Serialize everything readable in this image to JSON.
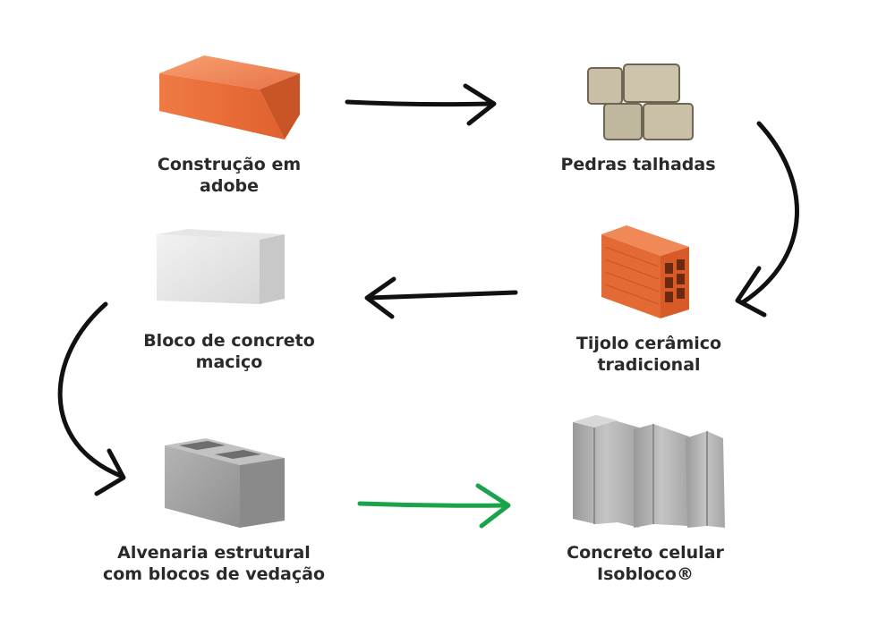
{
  "nodes": [
    {
      "id": "adobe",
      "icon": "orange-brick-icon",
      "lines": [
        "Construção em",
        "adobe"
      ]
    },
    {
      "id": "stones",
      "icon": "cut-stones-icon",
      "lines": [
        "Pedras talhadas"
      ]
    },
    {
      "id": "ceramic",
      "icon": "hollow-ceramic-brick-icon",
      "lines": [
        "Tijolo cerâmico",
        "tradicional"
      ]
    },
    {
      "id": "solid-concrete",
      "icon": "solid-concrete-block-icon",
      "lines": [
        "Bloco de concreto",
        "maciço"
      ]
    },
    {
      "id": "structural",
      "icon": "hollow-concrete-block-icon",
      "lines": [
        "Alvenaria estrutural",
        "com blocos de vedação"
      ]
    },
    {
      "id": "cellular",
      "icon": "cellular-concrete-panels-icon",
      "lines": [
        "Concreto celular",
        "Isobloco®"
      ]
    }
  ],
  "edges": [
    {
      "from": "adobe",
      "to": "stones",
      "color": "#111111"
    },
    {
      "from": "stones",
      "to": "ceramic",
      "color": "#111111"
    },
    {
      "from": "ceramic",
      "to": "solid-concrete",
      "color": "#111111"
    },
    {
      "from": "solid-concrete",
      "to": "structural",
      "color": "#111111"
    },
    {
      "from": "structural",
      "to": "cellular",
      "color": "#1aa34a"
    }
  ],
  "colors": {
    "text": "#2a2a2a",
    "arrow": "#111111",
    "highlight_arrow": "#1aa34a"
  }
}
